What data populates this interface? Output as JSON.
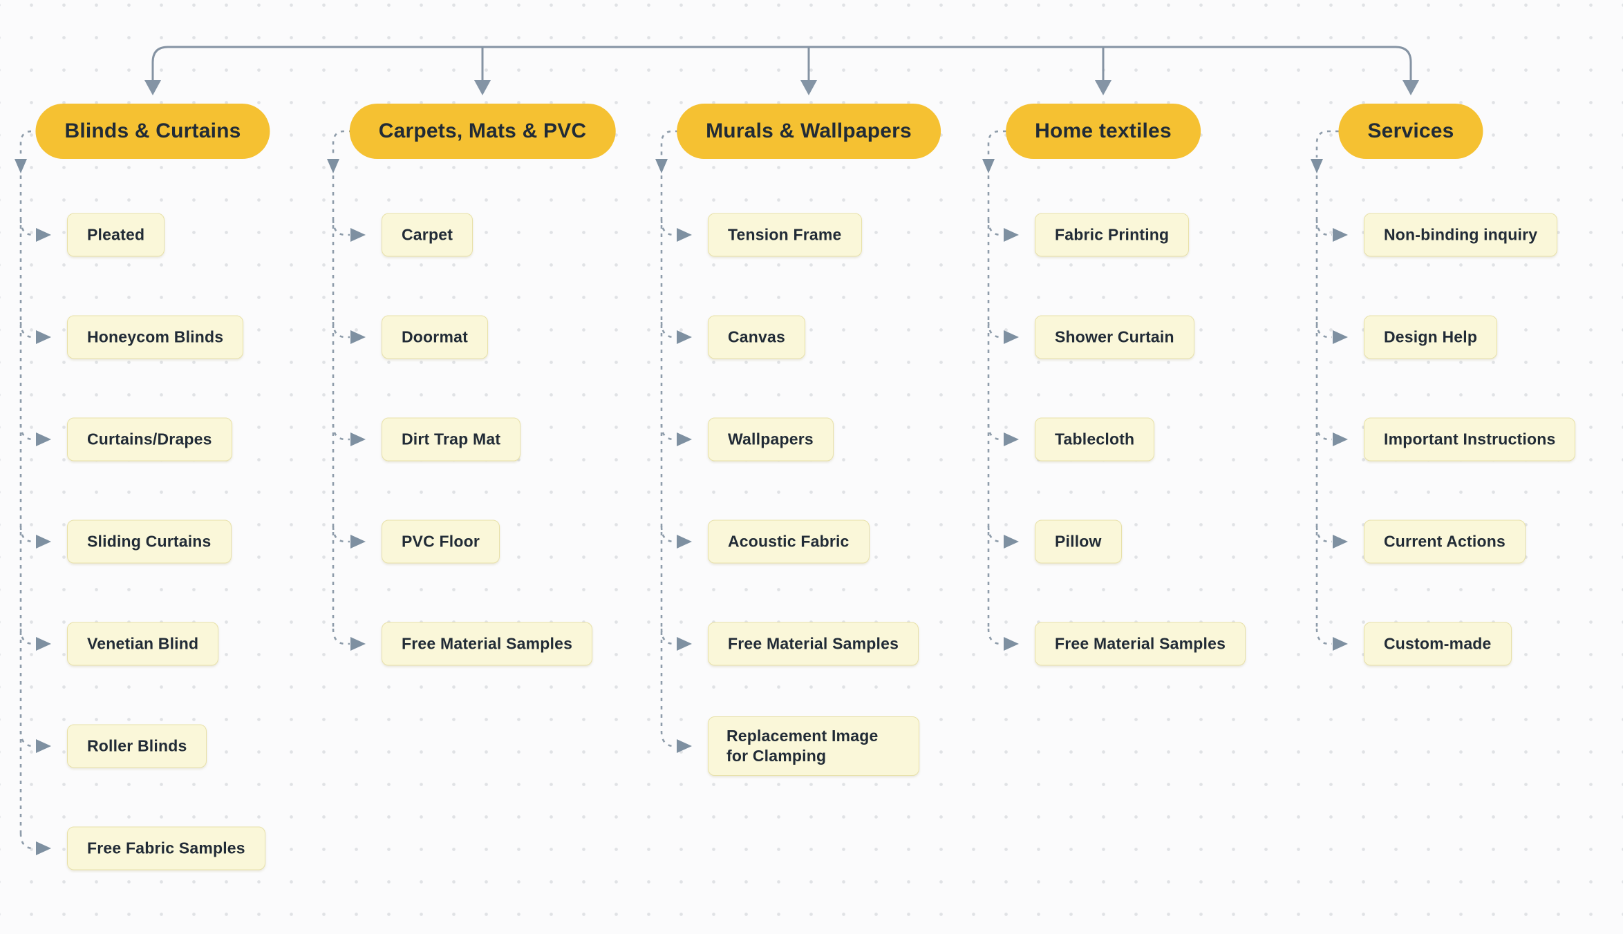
{
  "diagram": {
    "colors": {
      "category_fill": "#F5C132",
      "category_text": "#212B36",
      "child_fill": "#FAF7D9",
      "child_border": "#E8E1A9",
      "child_text": "#212B36",
      "connector_solid": "#8593A3",
      "connector_dashed": "#8E9CAA",
      "background_dot": "#E0E2E5"
    },
    "columns": [
      {
        "title": "Blinds & Curtains",
        "children": [
          "Pleated",
          "Honeycom Blinds",
          "Curtains/Drapes",
          "Sliding Curtains",
          "Venetian Blind",
          "Roller Blinds",
          "Free Fabric Samples"
        ]
      },
      {
        "title": "Carpets, Mats & PVC",
        "children": [
          "Carpet",
          "Doormat",
          "Dirt Trap Mat",
          "PVC Floor",
          "Free Material Samples"
        ]
      },
      {
        "title": "Murals & Wallpapers",
        "children": [
          "Tension Frame",
          "Canvas",
          "Wallpapers",
          "Acoustic Fabric",
          "Free Material Samples",
          "Replacement Image for Clamping"
        ]
      },
      {
        "title": "Home textiles",
        "children": [
          "Fabric Printing",
          "Shower Curtain",
          "Tablecloth",
          "Pillow",
          "Free Material Samples"
        ]
      },
      {
        "title": "Services",
        "children": [
          "Non-binding inquiry",
          "Design Help",
          "Important Instructions",
          "Current Actions",
          "Custom-made"
        ]
      }
    ]
  }
}
